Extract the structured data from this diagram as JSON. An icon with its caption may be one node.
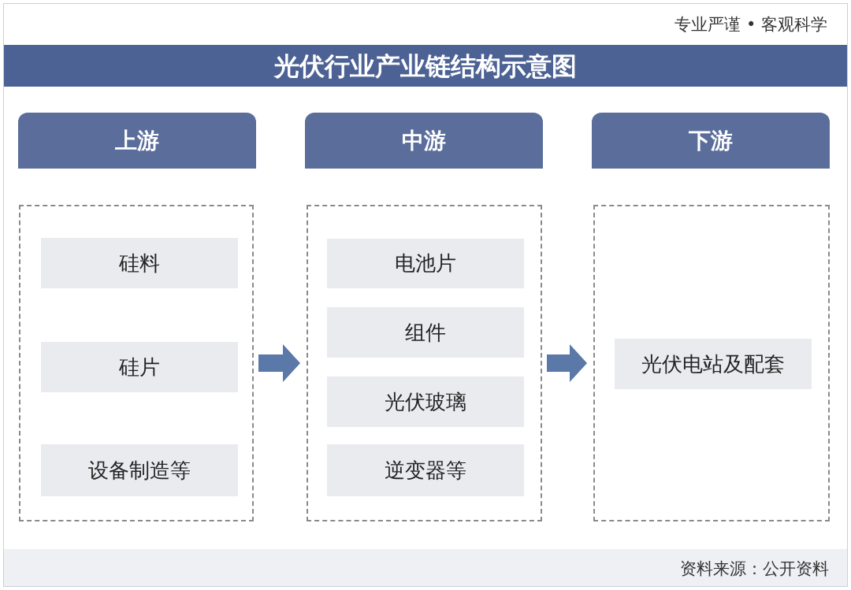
{
  "diagram": {
    "title": "光伏行业产业链结构示意图",
    "nodes": [
      {
        "text": [
          "上游"
        ]
      },
      {
        "text": [
          "中游"
        ]
      },
      {
        "text": [
          "下游"
        ]
      },
      {
        "text": [],
        "shape": "box"
      },
      {
        "text": [
          "硅料"
        ],
        "in": 3
      },
      {
        "text": [
          "硅片"
        ],
        "in": 3
      },
      {
        "text": [
          "设备制造等"
        ],
        "in": 3
      },
      {
        "text": [],
        "shape": "box"
      },
      {
        "text": [
          "电池片"
        ],
        "in": 7
      },
      {
        "text": [
          "组件"
        ],
        "in": 7
      },
      {
        "text": [
          "光伏玻璃"
        ],
        "in": 7
      },
      {
        "text": [
          "逆变器等"
        ],
        "in": 7
      },
      {
        "text": [],
        "shape": "box"
      },
      {
        "text": [
          "光伏电站及配套"
        ],
        "in": 12
      }
    ],
    "edges": [
      {
        "from": 3,
        "to": 7,
        "arrow": "to"
      },
      {
        "from": 7,
        "to": 12,
        "arrow": "to"
      }
    ],
    "labels": [
      "专业严谨 • 客观科学",
      "资料来源：公开资料"
    ]
  }
}
